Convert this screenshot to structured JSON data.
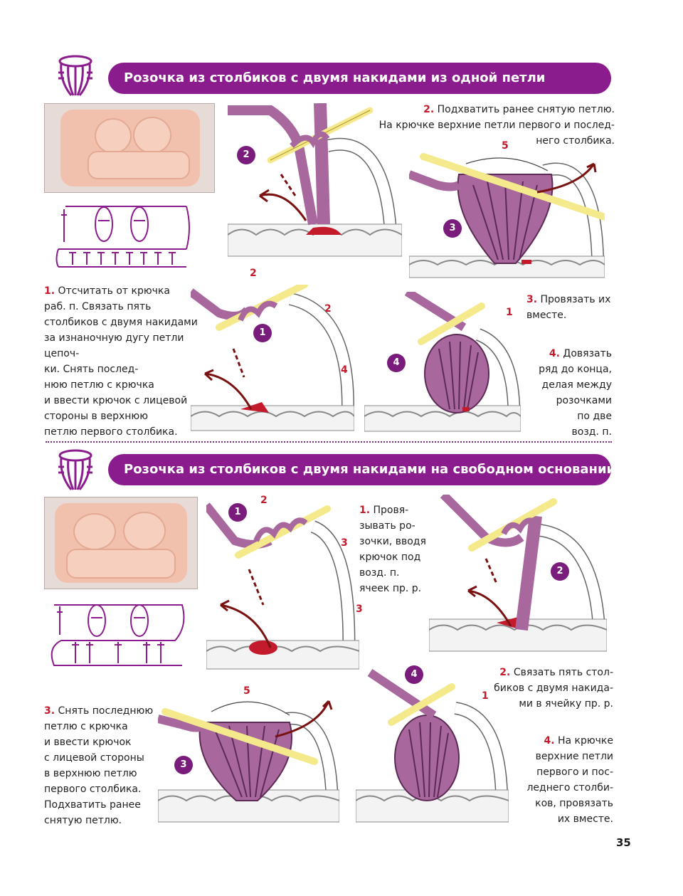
{
  "section1": {
    "title": "Розочка из столбиков с двумя накидами из одной петли",
    "text1_num": "1.",
    "text1": [
      "Отсчитать от крючка",
      "раб. п. Связать пять",
      "столбиков с двумя накидами",
      "за изнаночную дугу петли цепоч-",
      "ки. Снять послед-",
      "нюю петлю с крючка",
      "и ввести крючок с лицевой",
      "стороны в верхнюю",
      "петлю первого столбика."
    ],
    "text2_num": "2.",
    "text2": [
      "Подхватить ранее снятую петлю.",
      "На крючке верхние петли первого и послед-",
      "него столбика."
    ],
    "text3_num": "3.",
    "text3": [
      "Провязать их",
      "вместе."
    ],
    "text4_num": "4.",
    "text4": [
      "Довязать",
      "ряд до конца,",
      "делая между",
      "розочками",
      "по две",
      "возд. п."
    ],
    "steps": {
      "s1": "1",
      "s2": "2",
      "s3": "3",
      "s4": "4"
    },
    "reds": {
      "r2a": "2",
      "r2b": "2",
      "r4": "4",
      "r5": "5",
      "r1": "1"
    }
  },
  "section2": {
    "title": "Розочка из столбиков с двумя накидами на свободном основании",
    "text1_num": "1.",
    "text1": [
      "Провя-",
      "зывать ро-",
      "зочки, вводя",
      "крючок под",
      "возд. п.",
      "ячеек пр. р."
    ],
    "text2_num": "2.",
    "text2": [
      "Связать пять стол-",
      "биков с двумя накида-",
      "ми в ячейку пр. р."
    ],
    "text3_num": "3.",
    "text3": [
      "Снять последнюю",
      "петлю с крючка",
      "и ввести крючок",
      "с лицевой стороны",
      "в верхнюю петлю",
      "первого столбика.",
      "Подхватить ранее",
      "снятую петлю."
    ],
    "text4_num": "4.",
    "text4": [
      "На крючке",
      "верхние петли",
      "первого и пос-",
      "леднего столби-",
      "ков, провязать",
      "их вместе."
    ],
    "steps": {
      "s1": "1",
      "s2": "2",
      "s3": "3",
      "s4": "4"
    },
    "reds": {
      "r2": "2",
      "r3a": "3",
      "r3b": "3",
      "r5": "5",
      "r1": "1"
    }
  },
  "page_number": "35",
  "colors": {
    "banner": "#8b1c8d",
    "badge": "#7a1c7c",
    "red": "#c31b2c",
    "yarn": "#a8689e",
    "hook": "#f4ea8c"
  }
}
